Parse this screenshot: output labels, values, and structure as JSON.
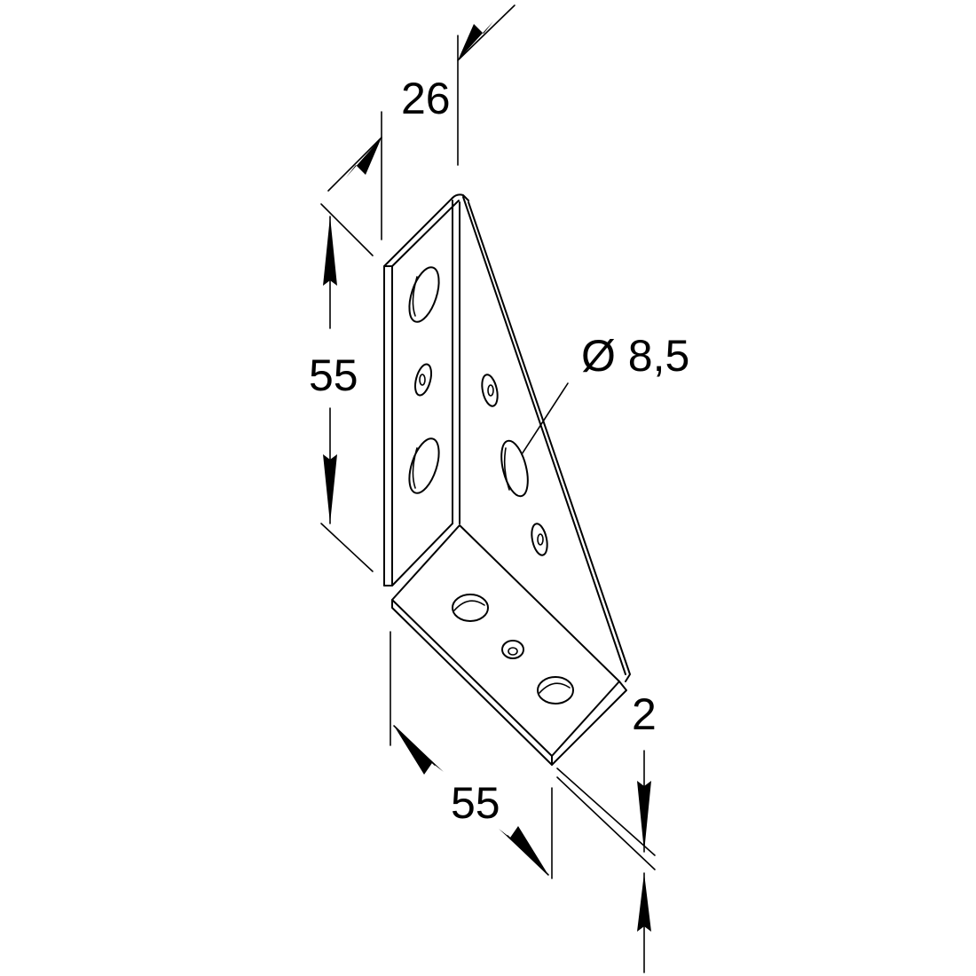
{
  "dimensions": {
    "depth": "26",
    "height": "55",
    "length": "55",
    "thickness": "2",
    "hole_diameter": "Ø 8,5"
  },
  "colors": {
    "line": "#000000",
    "background": "#ffffff"
  }
}
